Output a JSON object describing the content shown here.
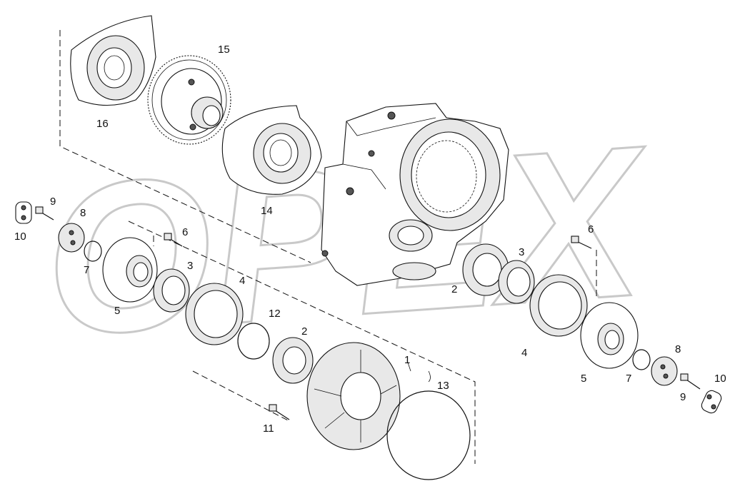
{
  "watermark": "OPEX",
  "callouts": {
    "c15": "15",
    "c16": "16",
    "c14": "14",
    "c9l": "9",
    "c8l": "8",
    "c10l": "10",
    "c7l": "7",
    "c6l": "6",
    "c5l": "5",
    "c3l": "3",
    "c4l": "4",
    "c12": "12",
    "c2l": "2",
    "c1": "1",
    "c13": "13",
    "c11": "11",
    "c6r": "6",
    "c3r": "3",
    "c2r": "2",
    "c4r": "4",
    "c8r": "8",
    "c5r": "5",
    "c7r": "7",
    "c10r": "10",
    "c9r": "9"
  }
}
